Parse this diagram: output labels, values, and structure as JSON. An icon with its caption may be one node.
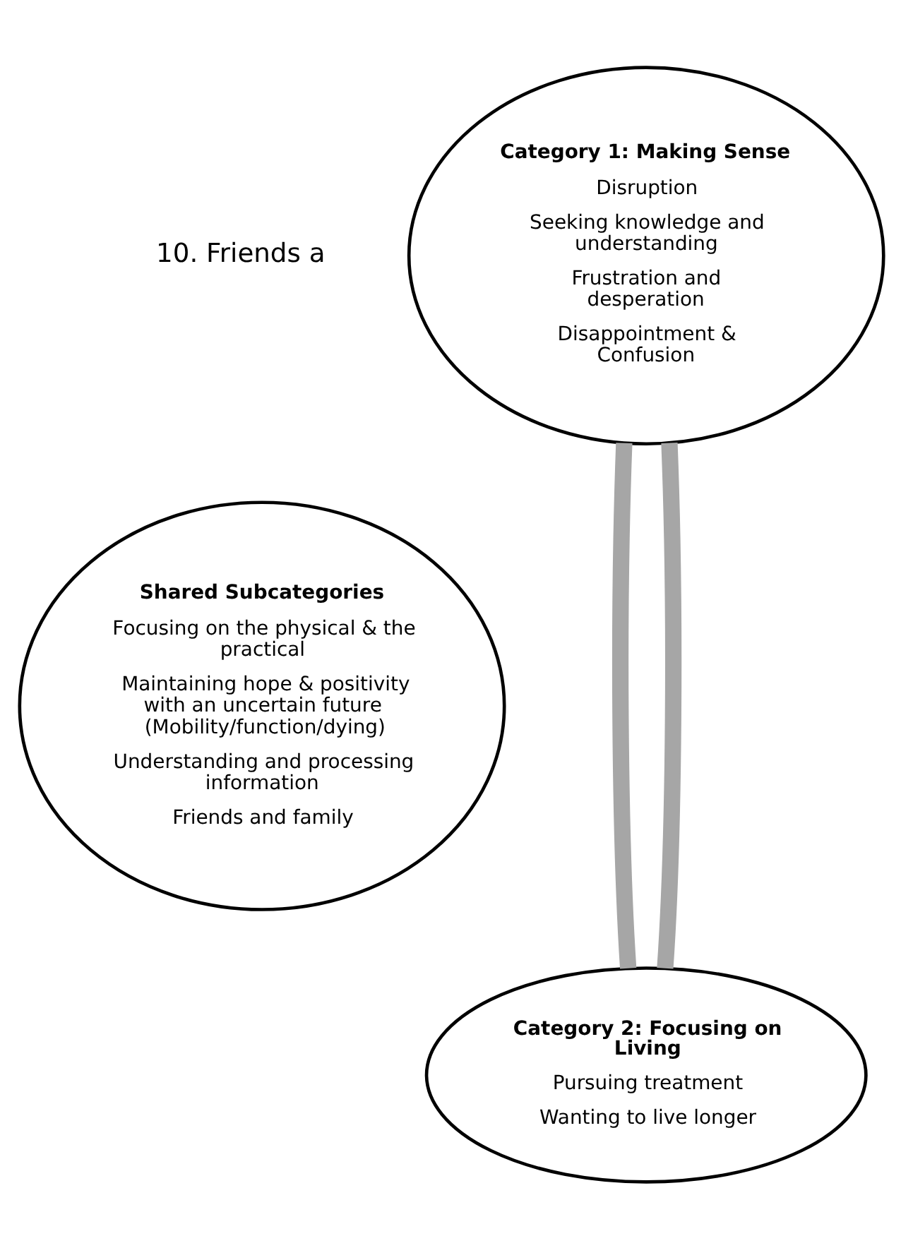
{
  "diagram": {
    "nodes": [
      {
        "text": [
          "Category 1: Making Sense",
          "Disruption",
          "Seeking knowledge and understanding",
          "Frustration and desperation",
          "Disappointment & Confusion"
        ]
      },
      {
        "text": [
          "Shared Subcategories",
          "Focusing on the physical & the practical",
          "Maintaining hope & positivity with an uncertain future (Mobility/function/dying)",
          "Understanding and processing information",
          "Friends and family"
        ]
      },
      {
        "text": [
          "Category 2: Focusing on Living",
          "Pursuing treatment",
          "Wanting to live longer"
        ]
      }
    ],
    "edges": [
      {
        "from": 0,
        "to": 2,
        "arrow": "none"
      },
      {
        "from": 0,
        "to": 2,
        "arrow": "none"
      }
    ],
    "labels": [
      "10. Friends a"
    ]
  }
}
